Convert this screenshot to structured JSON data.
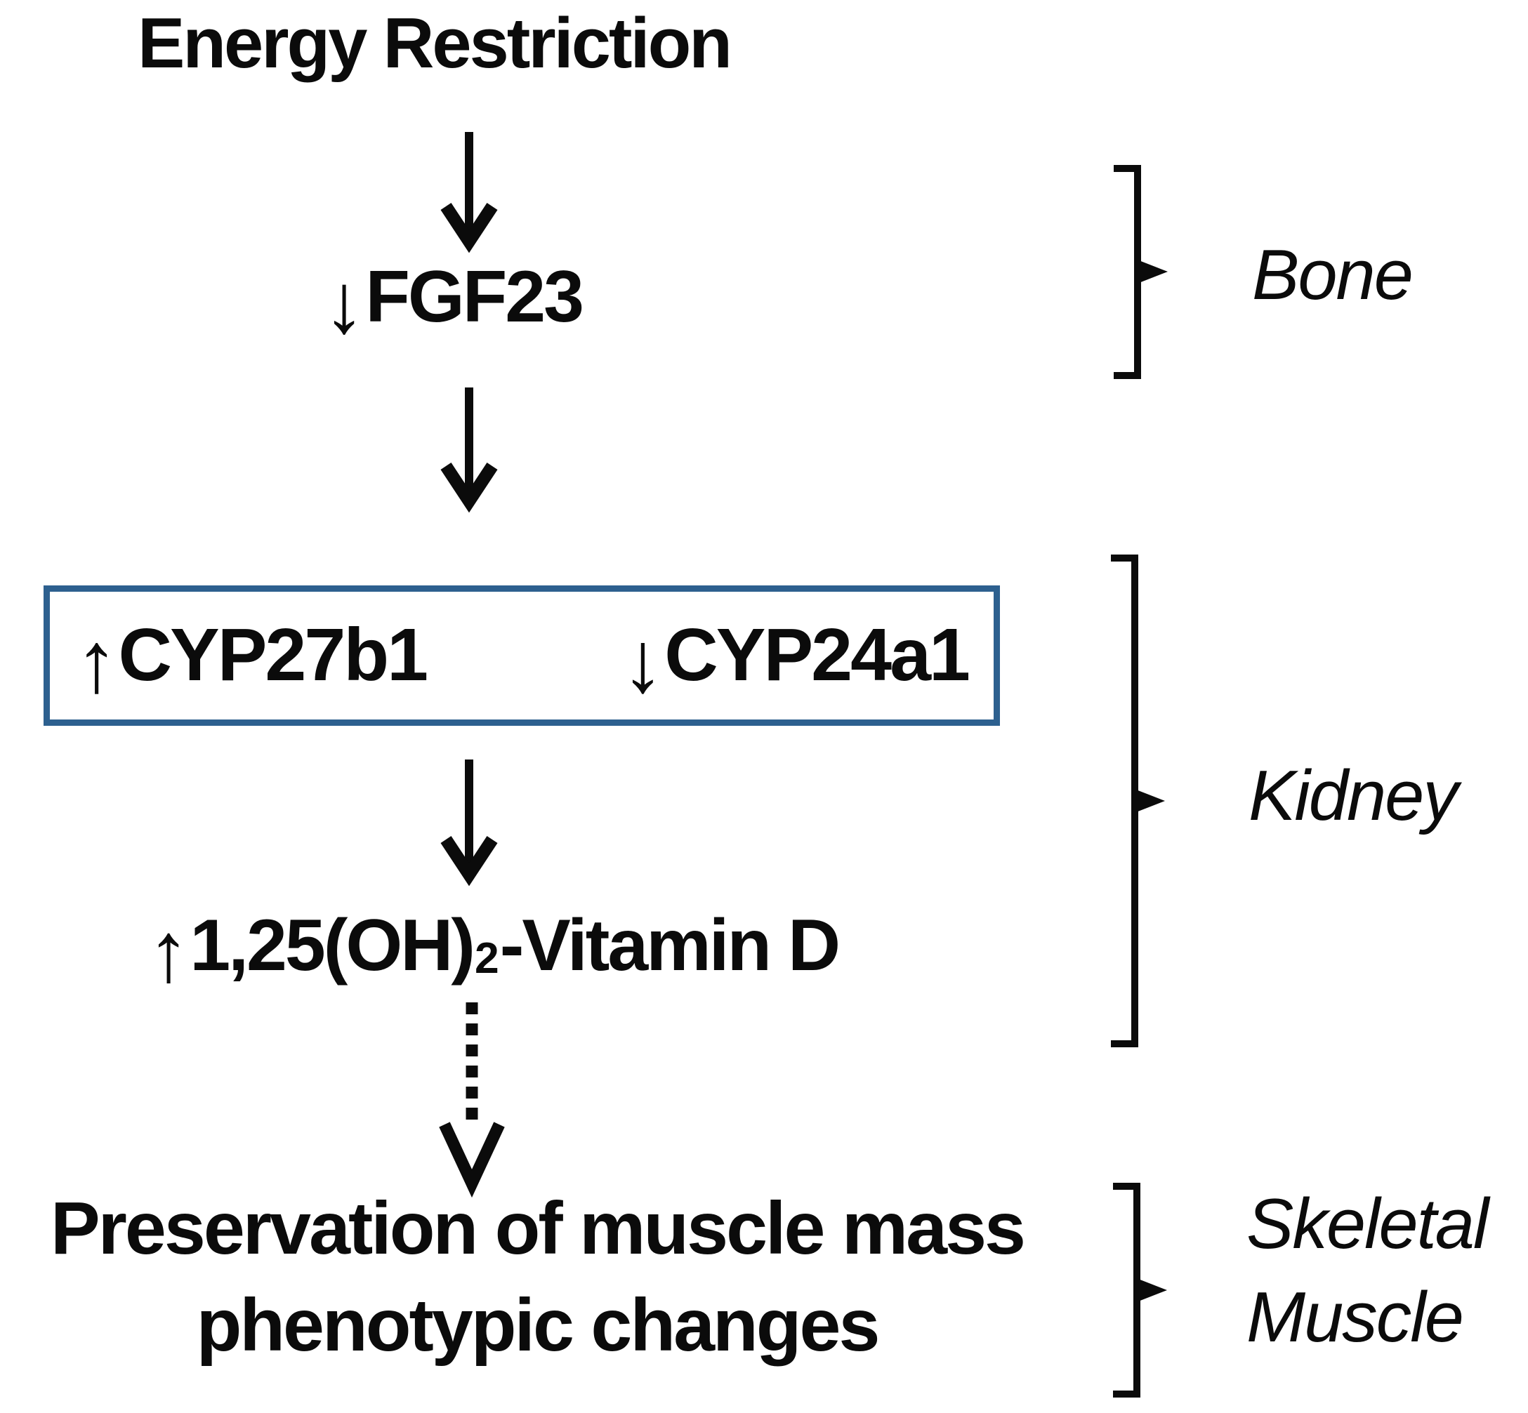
{
  "title": "Energy Restriction",
  "flow": {
    "fgf23": {
      "arrow": "↓",
      "label": "FGF23"
    },
    "cyp_box": {
      "cyp27b1": {
        "arrow": "↑",
        "label": "CYP27b1"
      },
      "cyp24a1": {
        "arrow": "↓",
        "label": "CYP24a1"
      }
    },
    "vitamin_d": {
      "arrow": "↑",
      "base": "1,25(OH)",
      "subscript": "2",
      "suffix": "-Vitamin D"
    },
    "outcome": {
      "line1": "Preservation of muscle mass",
      "line2": "phenotypic changes"
    }
  },
  "organs": {
    "bone": "Bone",
    "kidney": "Kidney",
    "skeletal_line1": "Skeletal",
    "skeletal_line2": "Muscle"
  },
  "colors": {
    "box_border": "#2d608f",
    "text": "#0b0b0b",
    "background": "#ffffff"
  }
}
